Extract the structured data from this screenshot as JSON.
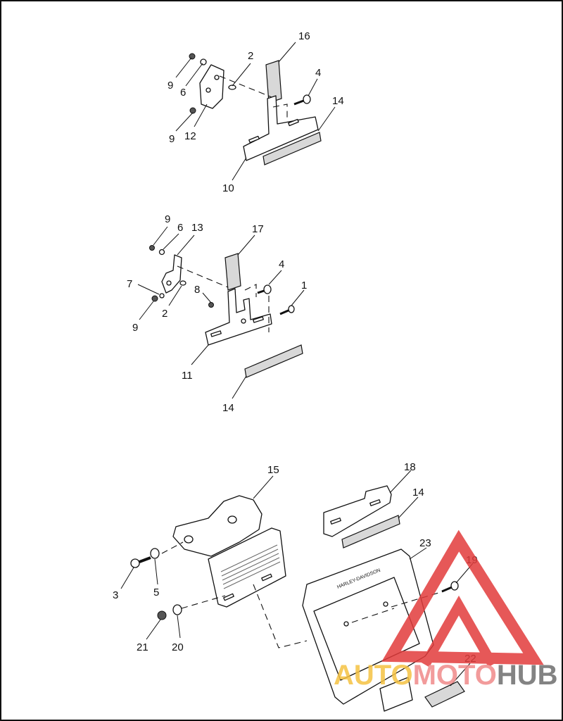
{
  "callouts": {
    "top": [
      "16",
      "2",
      "4",
      "9",
      "6",
      "14",
      "9",
      "12",
      "10"
    ],
    "middle": [
      "9",
      "6",
      "13",
      "17",
      "4",
      "1",
      "7",
      "8",
      "9",
      "2",
      "11",
      "14"
    ],
    "bottom": [
      "15",
      "18",
      "14",
      "23",
      "19",
      "3",
      "5",
      "21",
      "20",
      "22"
    ]
  },
  "watermark": {
    "text_a": "AUTO",
    "text_b": "MOTO",
    "text_c": "HUB",
    "color_a": "#f5c242",
    "color_b": "#f08a8a",
    "color_c": "#6e6e6e",
    "triangle_color": "#e23b3b"
  }
}
